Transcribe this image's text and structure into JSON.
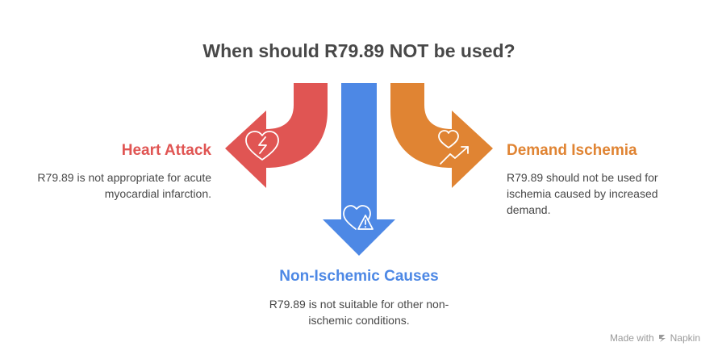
{
  "title": "When should R79.89 NOT be used?",
  "colors": {
    "left": "#E05553",
    "center": "#4D88E5",
    "right": "#E08433",
    "text": "#484848"
  },
  "items": [
    {
      "heading": "Heart Attack",
      "description": "R79.89 is not appropriate for acute myocardial infarction.",
      "icon": "broken-heart-icon"
    },
    {
      "heading": "Non-Ischemic Causes",
      "description": "R79.89 is not suitable for other non-ischemic conditions.",
      "icon": "heart-warning-icon"
    },
    {
      "heading": "Demand Ischemia",
      "description": "R79.89 should not be used for ischemia caused by increased demand.",
      "icon": "heart-rising-icon"
    }
  ],
  "footer": {
    "made_with": "Made with",
    "brand": "Napkin"
  }
}
